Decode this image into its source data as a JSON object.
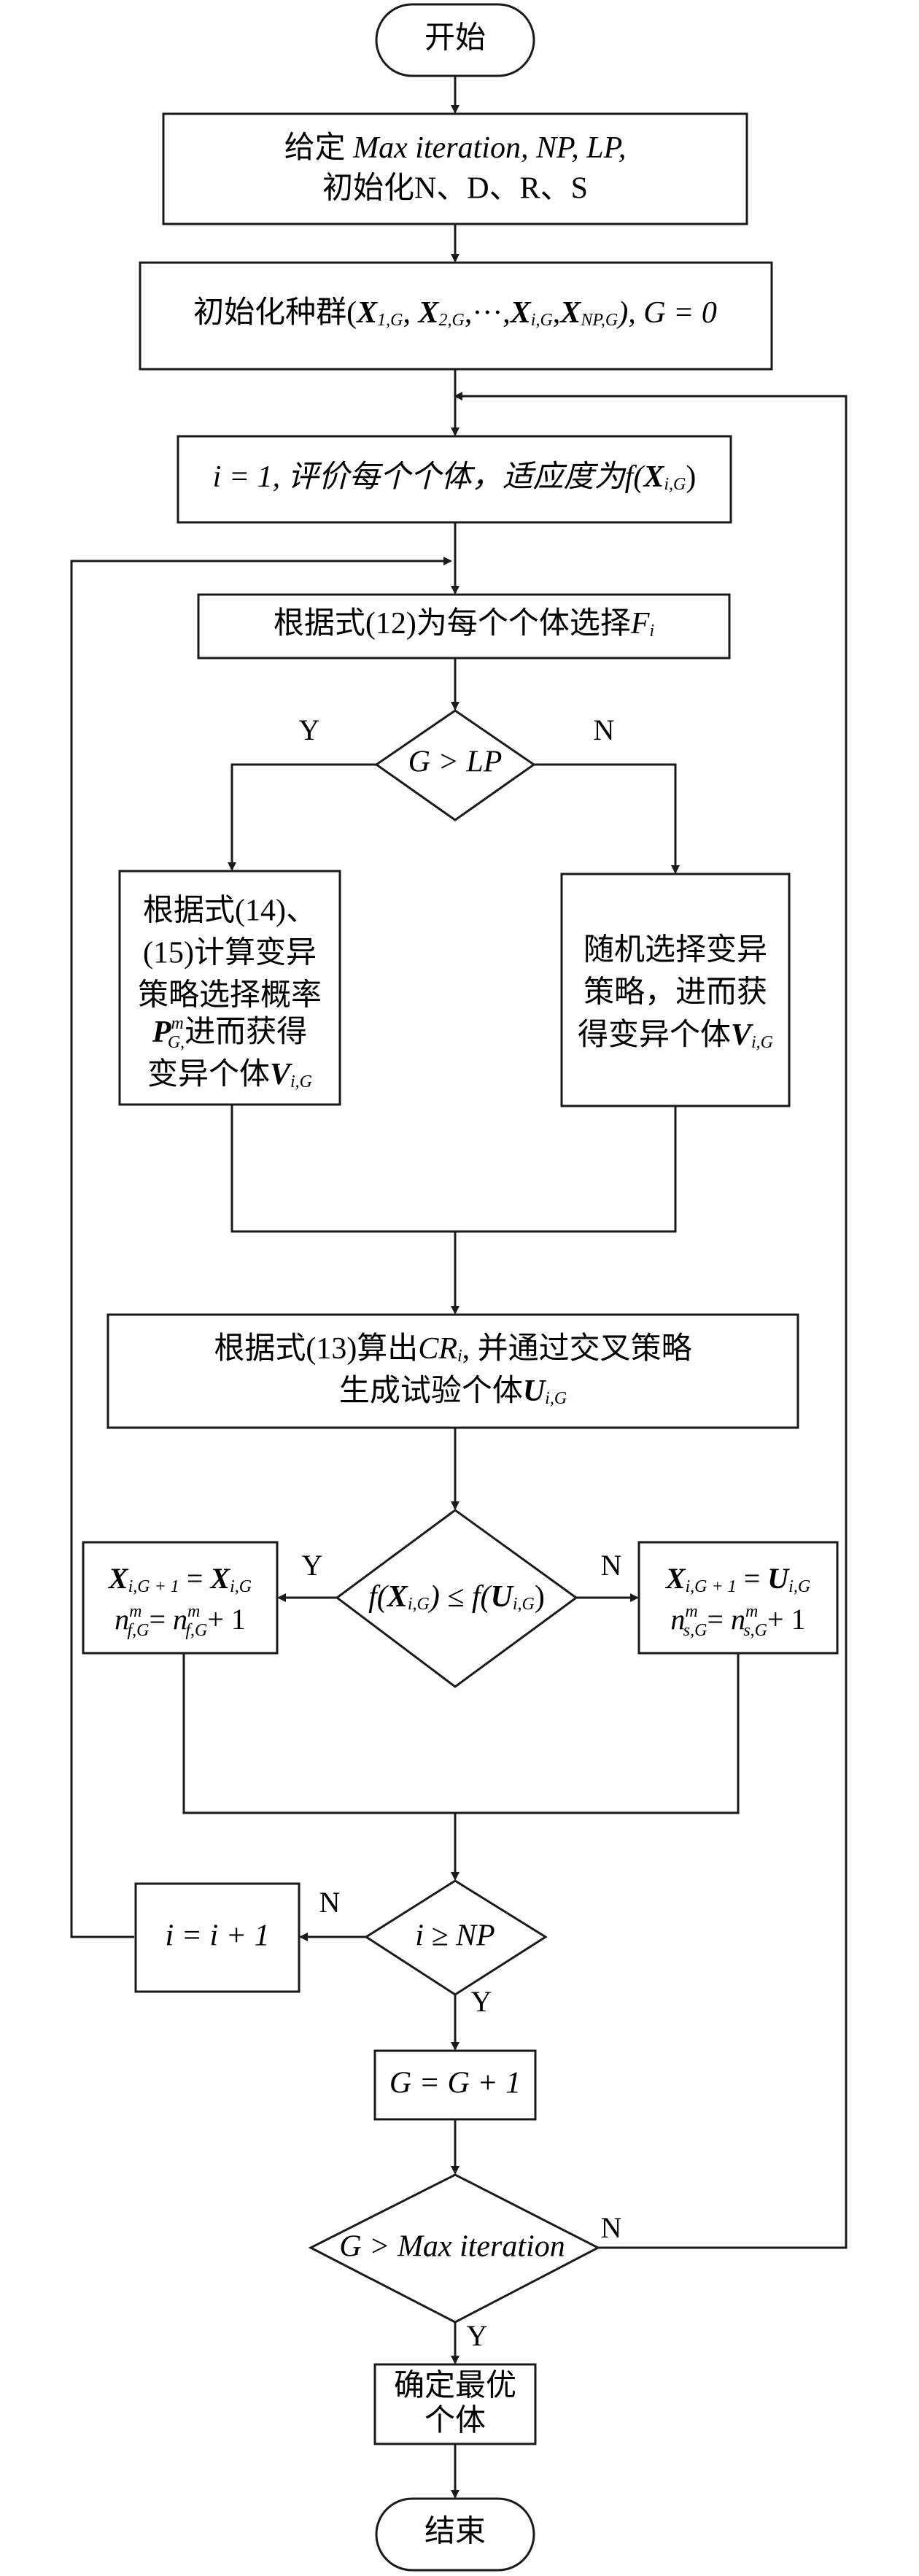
{
  "nodes": {
    "start": "开始",
    "params": {
      "line1_prefix": "给定 ",
      "line1_vars": "Max iteration, NP, LP,",
      "line2": "初始化N、D、R、S"
    },
    "init_pop": {
      "prefix": "初始化种群(",
      "x": "X",
      "sub1": "1,G",
      "sep1": ", ",
      "sub2": "2,G",
      "dots": ",···,",
      "subi": "i,G",
      "comma": ",",
      "subnp": "NP,G",
      "suffix": "), G = 0"
    },
    "evaluate": {
      "prefix": "i = 1, 评价每个个体，适应度为",
      "f": "f(",
      "x": "X",
      "sub": "i,G",
      "close": ")"
    },
    "select_f": {
      "prefix": "根据式(12)为每个个体选择",
      "f": "F",
      "sub": "i"
    },
    "cond_lp": "G > LP",
    "left_mut": {
      "l1": "根据式(14)、",
      "l2": "(15)计算变异",
      "l3": "策略选择概率",
      "p": "P",
      "psup": "m",
      "psub": "G,",
      "l4_suffix": "进而获得",
      "l5": "变异个体",
      "v": "V",
      "vsub": "i,G"
    },
    "right_mut": {
      "l1": "随机选择变异",
      "l2": "策略，进而获",
      "l3": "得变异个体",
      "v": "V",
      "vsub": "i,G"
    },
    "crossover": {
      "l1_prefix": "根据式(13)算出",
      "cr": "CR",
      "crsub": "i",
      "l1_suffix": ", 并通过交叉策略",
      "l2": "生成试验个体",
      "u": "U",
      "usub": "i,G"
    },
    "cond_fit": {
      "f1": "f(",
      "x": "X",
      "xsub": "i,G",
      "mid": ")  ≤ f(",
      "u": "U",
      "usub": "i,G",
      "close": ")"
    },
    "left_update": {
      "x": "X",
      "xsub1": "i,G + 1",
      "eq": " = ",
      "xsub2": "i,G",
      "n": "n",
      "nsup": "m",
      "nsub1": "f,G",
      "eq2": "= ",
      "nsub2": "f,G",
      "plus": "+ 1"
    },
    "right_update": {
      "x": "X",
      "xsub1": "i,G + 1",
      "eq": " = ",
      "u": "U",
      "usub": "i,G",
      "n": "n",
      "nsup": "m",
      "nsub1": "s,G",
      "eq2": "= ",
      "nsub2": "s,G",
      "plus": "+ 1"
    },
    "cond_np": "i ≥ NP",
    "inc_i": "i = i + 1",
    "inc_g": "G = G + 1",
    "cond_max": "G > Max iteration",
    "best": {
      "l1": "确定最优",
      "l2": "个体"
    },
    "end": "结束"
  },
  "edge_labels": {
    "lp_yes": "Y",
    "lp_no": "N",
    "fit_yes": "Y",
    "fit_no": "N",
    "np_no": "N",
    "np_yes": "Y",
    "max_no": "N",
    "max_yes": "Y"
  }
}
